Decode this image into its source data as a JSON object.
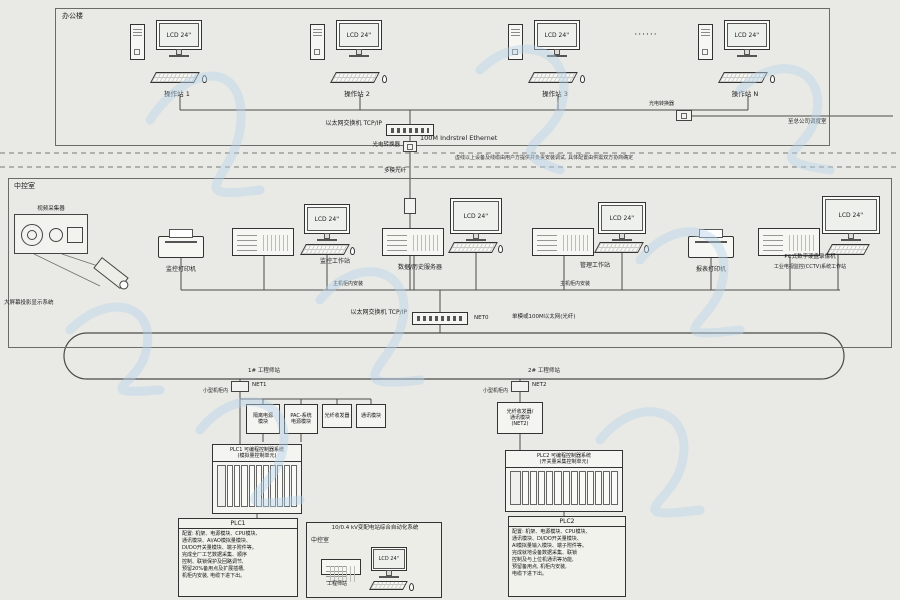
{
  "ui": {
    "lcd": "LCD 24''"
  },
  "office": {
    "title": "办公楼",
    "stations": [
      "操作站 1",
      "操作站 2",
      "操作站 3",
      "操作站 N"
    ],
    "dots": "······",
    "switch_label": "以太网交换机 TCP/IP",
    "ethernet_label": "100M Indrstrel Ethernet",
    "converter_label": "光电转换器",
    "fiber_label": "多模光纤",
    "remote_converter_label": "光电转换器",
    "remote_label": "至总公司调度室"
  },
  "divider_note": "虚线以上设备及线缆由用户方提供并负责安装调试, 具体配置由供需双方协商确定",
  "control_room": {
    "title": "中控室",
    "camera_label": "视频采集器",
    "projector_label": "大屏幕投影显示系统",
    "printer1_label": "监控打印机",
    "ws1_label": "监控工作站",
    "server_label": "数据/历史服务器",
    "ws2_label": "管理工作站",
    "printer2_label": "报表打印机",
    "dvr_label1": "PC式数字硬盘录像机",
    "dvr_label2": "工业电视监控(CCTV)系统工作站",
    "cabinet_label": "主机柜内安装",
    "switch_label": "以太网交换机 TCP/IP",
    "net_label": "NET0",
    "ring_label": "单模或100M以太网(光纤)"
  },
  "station1": {
    "title": "1# 工程师站",
    "net": "NET1",
    "cabinet": "小型机柜内",
    "modules": [
      [
        "隔离电源",
        "模块"
      ],
      [
        "PAC-系统",
        "电源模块"
      ],
      [
        "光纤收发器"
      ],
      [
        "通讯模块"
      ]
    ],
    "rack_title": [
      "PLC1 可编程控制器系统",
      "(模拟量控制单元)"
    ]
  },
  "station2": {
    "title": "2# 工程师站",
    "net": "NET2",
    "cabinet": "小型机柜内",
    "module": [
      "光纤收发器/",
      "通讯模块",
      "(NET2)"
    ],
    "rack_title": [
      "PLC2 可编程控制器系统",
      "(开关量采集控制单元)"
    ]
  },
  "plc1_spec": {
    "label": "PLC1",
    "lines": [
      "配置: 机架、电源模块、CPU模块、",
      "通讯模块、AI/AO模拟量模块、",
      "DI/DO开关量模块、端子附件等。",
      "完成全厂工艺数据采集、顺序",
      "控制、联锁保护及回路调节,",
      "预留20%备用点及扩展插槽,",
      "机柜内安装, 电缆下进下出。"
    ]
  },
  "plc2_spec": {
    "label": "PLC2",
    "lines": [
      "配置: 机架、电源模块、CPU模块、",
      "通讯模块、DI/DO开关量模块、",
      "AI模拟量输入模块、端子附件等。",
      "完成就地设备数据采集、联锁",
      "控制及与上位机通讯等功能,",
      "预留备用点, 机柜内安装,",
      "电缆下进下出。"
    ]
  },
  "bottom_box": {
    "title": "10/0.4 kV变配电站综合自动化系统",
    "room": "中控室",
    "station_label": "工程师站"
  }
}
